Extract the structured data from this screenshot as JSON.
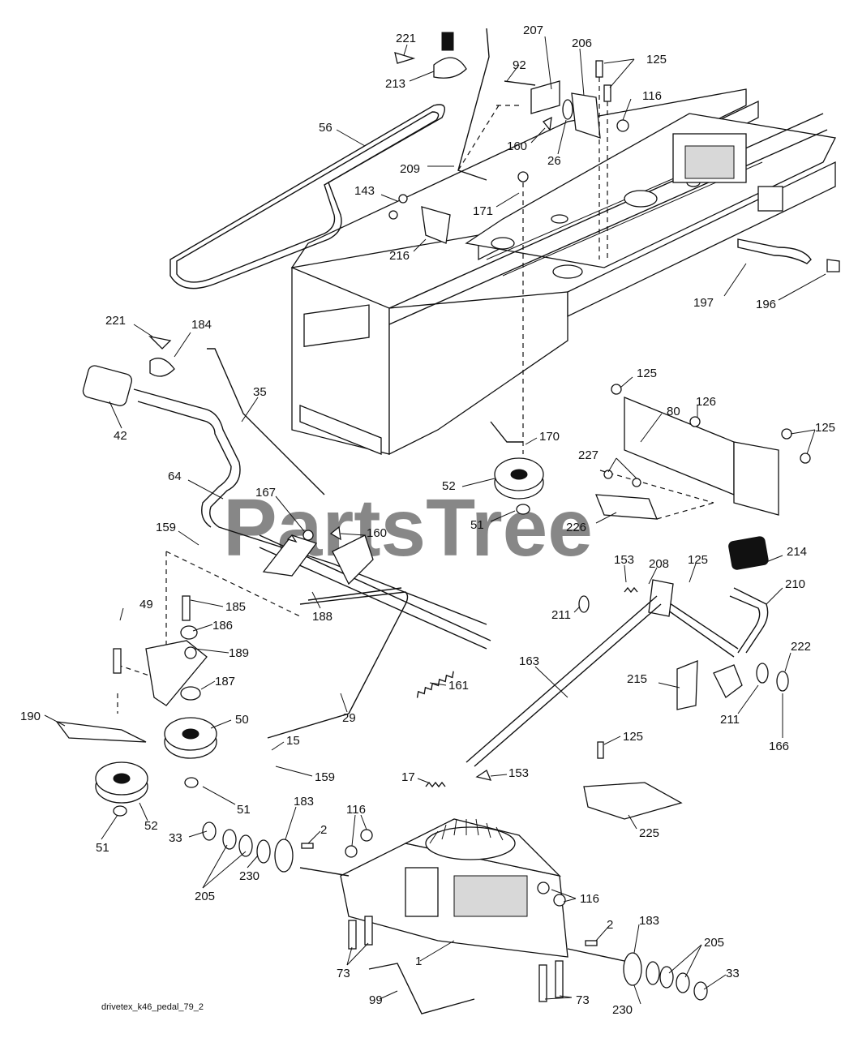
{
  "watermark": "PartsTree",
  "drawing_code": "drivetex_k46_pedal_79_2",
  "callouts": [
    {
      "id": "c221a",
      "text": "221"
    },
    {
      "id": "c213",
      "text": "213"
    },
    {
      "id": "c207",
      "text": "207"
    },
    {
      "id": "c206",
      "text": "206"
    },
    {
      "id": "c125a",
      "text": "125"
    },
    {
      "id": "c92",
      "text": "92"
    },
    {
      "id": "c116a",
      "text": "116"
    },
    {
      "id": "c56",
      "text": "56"
    },
    {
      "id": "c160a",
      "text": "160"
    },
    {
      "id": "c26",
      "text": "26"
    },
    {
      "id": "c209",
      "text": "209"
    },
    {
      "id": "c143",
      "text": "143"
    },
    {
      "id": "c171",
      "text": "171"
    },
    {
      "id": "c216",
      "text": "216"
    },
    {
      "id": "c197",
      "text": "197"
    },
    {
      "id": "c196",
      "text": "196"
    },
    {
      "id": "c221b",
      "text": "221"
    },
    {
      "id": "c184",
      "text": "184"
    },
    {
      "id": "c35",
      "text": "35"
    },
    {
      "id": "c42",
      "text": "42"
    },
    {
      "id": "c125b",
      "text": "125"
    },
    {
      "id": "c80",
      "text": "80"
    },
    {
      "id": "c126",
      "text": "126"
    },
    {
      "id": "c125c",
      "text": "125"
    },
    {
      "id": "c170",
      "text": "170"
    },
    {
      "id": "c227",
      "text": "227"
    },
    {
      "id": "c64",
      "text": "64"
    },
    {
      "id": "c52a",
      "text": "52"
    },
    {
      "id": "c167a",
      "text": "167"
    },
    {
      "id": "c160b",
      "text": "160"
    },
    {
      "id": "c159a",
      "text": "159"
    },
    {
      "id": "c51a",
      "text": "51"
    },
    {
      "id": "c226",
      "text": "226"
    },
    {
      "id": "c214",
      "text": "214"
    },
    {
      "id": "c153a",
      "text": "153"
    },
    {
      "id": "c208",
      "text": "208"
    },
    {
      "id": "c125d",
      "text": "125"
    },
    {
      "id": "c210",
      "text": "210"
    },
    {
      "id": "c49",
      "text": "49"
    },
    {
      "id": "c185",
      "text": "185"
    },
    {
      "id": "c211a",
      "text": "211"
    },
    {
      "id": "c188",
      "text": "188"
    },
    {
      "id": "c186",
      "text": "186"
    },
    {
      "id": "c189",
      "text": "189"
    },
    {
      "id": "c222",
      "text": "222"
    },
    {
      "id": "c163",
      "text": "163"
    },
    {
      "id": "c215",
      "text": "215"
    },
    {
      "id": "c187",
      "text": "187"
    },
    {
      "id": "c161",
      "text": "161"
    },
    {
      "id": "c190",
      "text": "190"
    },
    {
      "id": "c29",
      "text": "29"
    },
    {
      "id": "c211b",
      "text": "211"
    },
    {
      "id": "c50",
      "text": "50"
    },
    {
      "id": "c166",
      "text": "166"
    },
    {
      "id": "c15",
      "text": "15"
    },
    {
      "id": "c125e",
      "text": "125"
    },
    {
      "id": "c159b",
      "text": "159"
    },
    {
      "id": "c17",
      "text": "17"
    },
    {
      "id": "c153b",
      "text": "153"
    },
    {
      "id": "c51b",
      "text": "51"
    },
    {
      "id": "c52b",
      "text": "52"
    },
    {
      "id": "c225",
      "text": "225"
    },
    {
      "id": "c183a",
      "text": "183"
    },
    {
      "id": "c116b",
      "text": "116"
    },
    {
      "id": "c2a",
      "text": "2"
    },
    {
      "id": "c51c",
      "text": "51"
    },
    {
      "id": "c33a",
      "text": "33"
    },
    {
      "id": "c230a",
      "text": "230"
    },
    {
      "id": "c205a",
      "text": "205"
    },
    {
      "id": "c116c",
      "text": "116"
    },
    {
      "id": "c2b",
      "text": "2"
    },
    {
      "id": "c183b",
      "text": "183"
    },
    {
      "id": "c205b",
      "text": "205"
    },
    {
      "id": "c1",
      "text": "1"
    },
    {
      "id": "c73a",
      "text": "73"
    },
    {
      "id": "c33b",
      "text": "33"
    },
    {
      "id": "c99",
      "text": "99"
    },
    {
      "id": "c73b",
      "text": "73"
    },
    {
      "id": "c230b",
      "text": "230"
    }
  ]
}
